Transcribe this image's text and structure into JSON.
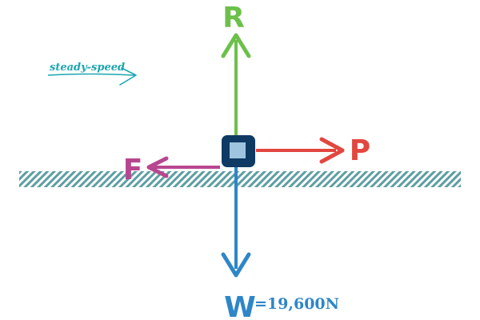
{
  "diagram": {
    "motion_label": "steady-speed",
    "forces": {
      "reaction": {
        "label": "R"
      },
      "push": {
        "label": "P"
      },
      "friction": {
        "label": "F"
      },
      "weight": {
        "label": "W",
        "value": "=19,600N"
      }
    }
  },
  "colors": {
    "reaction": "#6cc04a",
    "push": "#e2473f",
    "friction": "#b8468f",
    "weight": "#2e86c8",
    "motion": "#1aa6b0",
    "ground": "#5e9ea3",
    "block_border": "#0f3a63",
    "block_fill": "#9fc4df"
  }
}
